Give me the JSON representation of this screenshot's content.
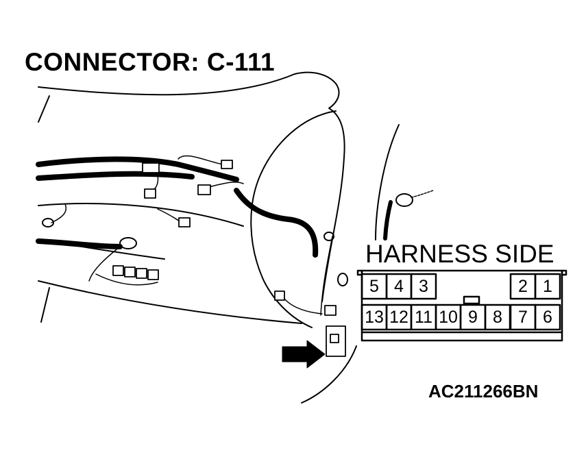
{
  "title": "CONNECTOR: C-111",
  "connector_view": {
    "label": "HARNESS SIDE",
    "top_row_pins": [
      "5",
      "4",
      "3",
      "2",
      "1"
    ],
    "bottom_row_pins": [
      "13",
      "12",
      "11",
      "10",
      "9",
      "8",
      "7",
      "6"
    ]
  },
  "reference_code": "AC211266BN",
  "icons": {
    "locator_arrow": "arrow-right-icon"
  }
}
